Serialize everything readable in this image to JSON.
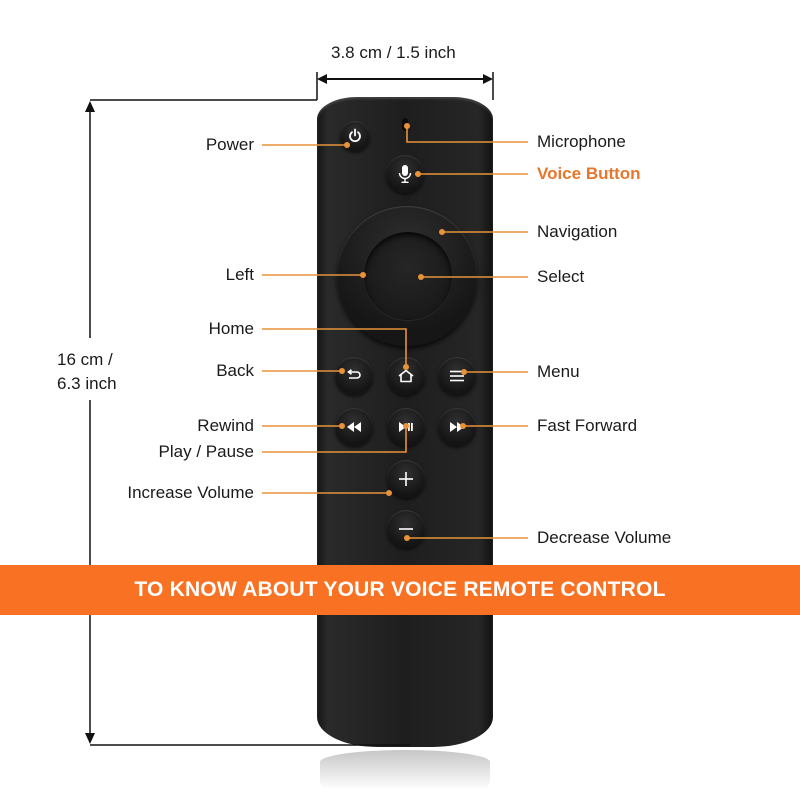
{
  "dimensions": {
    "width_label": "3.8 cm / 1.5 inch",
    "height_label_line1": "16 cm /",
    "height_label_line2": "6.3 inch"
  },
  "callouts_left": [
    {
      "id": "power",
      "label": "Power"
    },
    {
      "id": "left",
      "label": "Left"
    },
    {
      "id": "home",
      "label": "Home"
    },
    {
      "id": "back",
      "label": "Back"
    },
    {
      "id": "rewind",
      "label": "Rewind"
    },
    {
      "id": "play_pause",
      "label": "Play / Pause"
    },
    {
      "id": "increase_volume",
      "label": "Increase Volume"
    }
  ],
  "callouts_right": [
    {
      "id": "microphone",
      "label": "Microphone"
    },
    {
      "id": "voice_button",
      "label": "Voice Button",
      "highlight": true
    },
    {
      "id": "navigation",
      "label": "Navigation"
    },
    {
      "id": "select",
      "label": "Select"
    },
    {
      "id": "menu",
      "label": "Menu"
    },
    {
      "id": "fast_forward",
      "label": "Fast Forward"
    },
    {
      "id": "decrease_volume",
      "label": "Decrease Volume"
    }
  ],
  "banner": {
    "text": "TO KNOW ABOUT YOUR VOICE REMOTE CONTROL",
    "color": "#f97122"
  },
  "colors": {
    "accent": "#e8772e",
    "leader_line": "#e8923a",
    "remote_body": "#1e1e1e",
    "text": "#1a1a1a"
  },
  "buttons": {
    "power": "power-icon",
    "voice": "microphone-icon",
    "back": "back-arrow-icon",
    "home": "home-icon",
    "menu": "menu-icon",
    "rewind": "rewind-icon",
    "play_pause": "play-pause-icon",
    "fast_forward": "fast-forward-icon",
    "volume_up": "plus-icon",
    "volume_down": "minus-icon"
  }
}
